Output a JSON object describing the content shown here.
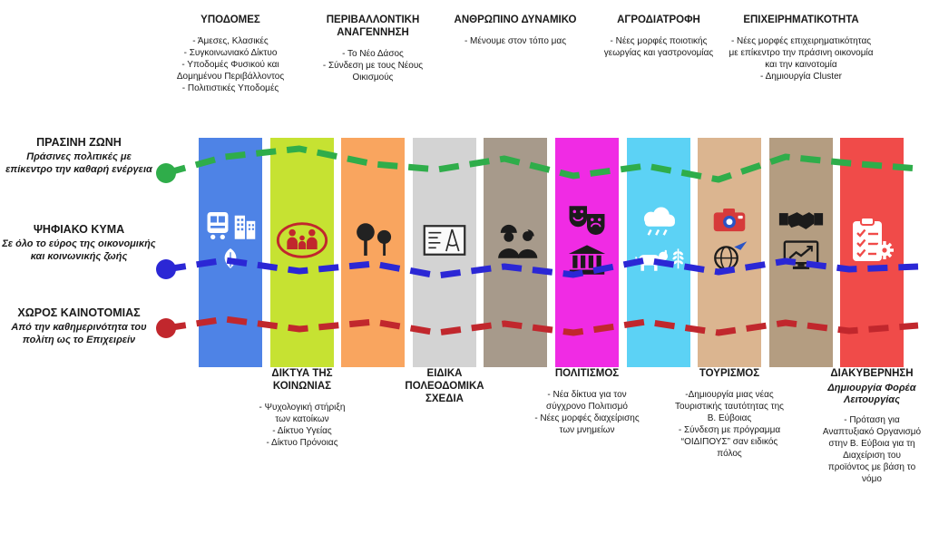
{
  "colors": {
    "background": "#ffffff",
    "text": "#1a1a1a"
  },
  "lanes": [
    {
      "title": "ΠΡΑΣΙΝΗ ΖΩΝΗ",
      "subtitle": "Πράσινες πολιτικές με επίκεντρο την καθαρή ενέργεια",
      "color": "#2fad4a"
    },
    {
      "title": "ΨΗΦΙΑΚΟ ΚΥΜΑ",
      "subtitle": "Σε όλο το εύρος της οικονομικής και κοινωνικής ζωής",
      "color": "#2b27d5"
    },
    {
      "title": "ΧΩΡΟΣ ΚΑΙΝΟΤΟΜΙΑΣ",
      "subtitle": "Από την καθημερινότητα του πολίτη ως το Επιχειρείν",
      "color": "#c1272d"
    }
  ],
  "columns": [
    {
      "title": "ΥΠΟΔΟΜΕΣ",
      "details": "- Άμεσες, Κλασικές\n- Συγκοινωνιακό Δίκτυο\n- Υποδομές Φυσικού και Δομημένου Περιβάλλοντος\n- Πολιτιστικές Υποδομές",
      "label_position": "top",
      "color": "#4e83e6",
      "icons": [
        "tram-icon",
        "buildings-icon",
        "leaf-icon"
      ]
    },
    {
      "title": "ΔΙΚΤΥΑ ΤΗΣ ΚΟΙΝΩΝΙΑΣ",
      "details": "- Ψυχολογική στήριξη των κατοίκων\n- Δίκτυο Υγείας\n- Δίκτυο Πρόνοιας",
      "label_position": "bottom",
      "color": "#c6e232",
      "icons": [
        "family-icon"
      ]
    },
    {
      "title": "ΠΕΡΙΒΑΛΛΟΝΤΙΚΗ ΑΝΑΓΕΝΝΗΣΗ",
      "details": "- Το Νέο Δάσος\n- Σύνδεση με τους Νέους Οικισμούς",
      "label_position": "top",
      "color": "#f9a55f",
      "icons": [
        "trees-icon"
      ]
    },
    {
      "title": "ΕΙΔΙΚΑ ΠΟΛΕΟΔΟΜΙΚΑ ΣΧΕΔΙΑ",
      "details": "",
      "label_position": "bottom",
      "color": "#d3d3d3",
      "icons": [
        "blueprint-icon"
      ]
    },
    {
      "title": "ΑΝΘΡΩΠΙΝΟ ΔΥΝΑΜΙΚΟ",
      "details": "- Μένουμε στον τόπο μας",
      "label_position": "top",
      "color": "#a79a8b",
      "icons": [
        "workers-icon"
      ]
    },
    {
      "title": "ΠΟΛΙΤΙΣΜΟΣ",
      "details": "- Νέα δίκτυα για τον σύγχρονο Πολιτισμό\n- Νέες μορφές διαχείρισης των μνημείων",
      "label_position": "bottom",
      "color": "#f02be4",
      "icons": [
        "theater-masks-icon",
        "museum-icon"
      ]
    },
    {
      "title": "ΑΓΡΟΔΙΑΤΡΟΦΗ",
      "details": "- Νέες μορφές ποιοτικής γεωργίας και γαστρονομίας",
      "label_position": "top",
      "color": "#5cd2f5",
      "icons": [
        "rain-cloud-icon",
        "cow-icon",
        "wheat-icon"
      ]
    },
    {
      "title": "ΤΟΥΡΙΣΜΟΣ",
      "details": "-Δημιουργία μιας νέας Τουριστικής ταυτότητας της Β. Εύβοιας\n- Σύνδεση με πρόγραμμα “ΟΙΔΙΠΟΥΣ” σαν ειδικός πόλος",
      "label_position": "bottom",
      "color": "#dbb590",
      "icons": [
        "camera-icon",
        "globe-plane-icon"
      ]
    },
    {
      "title": "ΕΠΙΧΕΙΡΗΜΑΤΙΚΟΤΗΤΑ",
      "details": "- Νέες μορφές επιχειρηματικότητας με επίκεντρο την πράσινη οικονομία και την καινοτομία\n- Δημιουργία Cluster",
      "label_position": "top",
      "color": "#b49d81",
      "icons": [
        "handshake-icon",
        "growth-chart-icon"
      ]
    },
    {
      "title": "ΔΙΑΚΥΒΕΡΝΗΣΗ",
      "subtitle": "Δημιουργία Φορέα Λειτουργίας",
      "details": "- Πρόταση για Αναπτυξιακό Οργανισμό στην Β. Εύβοια για τη Διαχείριση του προϊόντος με βάση το νόμο",
      "label_position": "bottom",
      "color": "#f04b49",
      "icons": [
        "clipboard-checklist-icon",
        "gear-icon"
      ]
    }
  ]
}
